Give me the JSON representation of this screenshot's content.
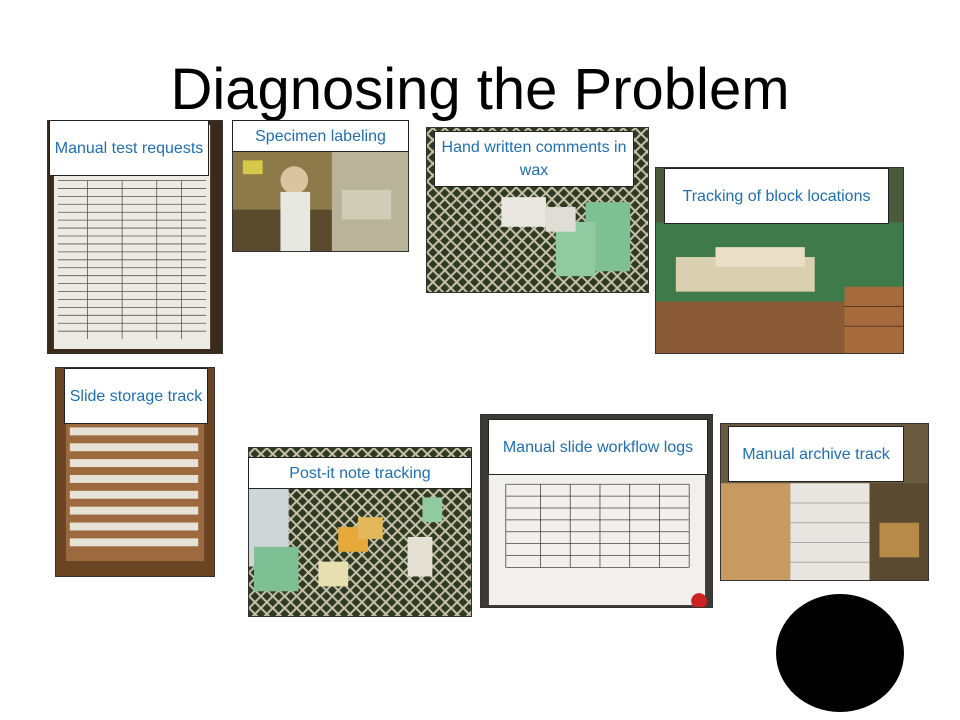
{
  "slide": {
    "title": "Diagnosing the Problem",
    "panels": [
      {
        "id": "manual-test-requests",
        "caption": "Manual test requests"
      },
      {
        "id": "specimen-labeling",
        "caption": "Specimen labeling"
      },
      {
        "id": "hand-written-comments",
        "caption": "Hand written comments in wax"
      },
      {
        "id": "tracking-block-locations",
        "caption": "Tracking of block locations"
      },
      {
        "id": "slide-storage-track",
        "caption": "Slide storage track"
      },
      {
        "id": "post-it-note-tracking",
        "caption": "Post-it note tracking"
      },
      {
        "id": "manual-slide-workflow-logs",
        "caption": "Manual slide workflow logs"
      },
      {
        "id": "manual-archive-track",
        "caption": "Manual archive track"
      }
    ]
  }
}
